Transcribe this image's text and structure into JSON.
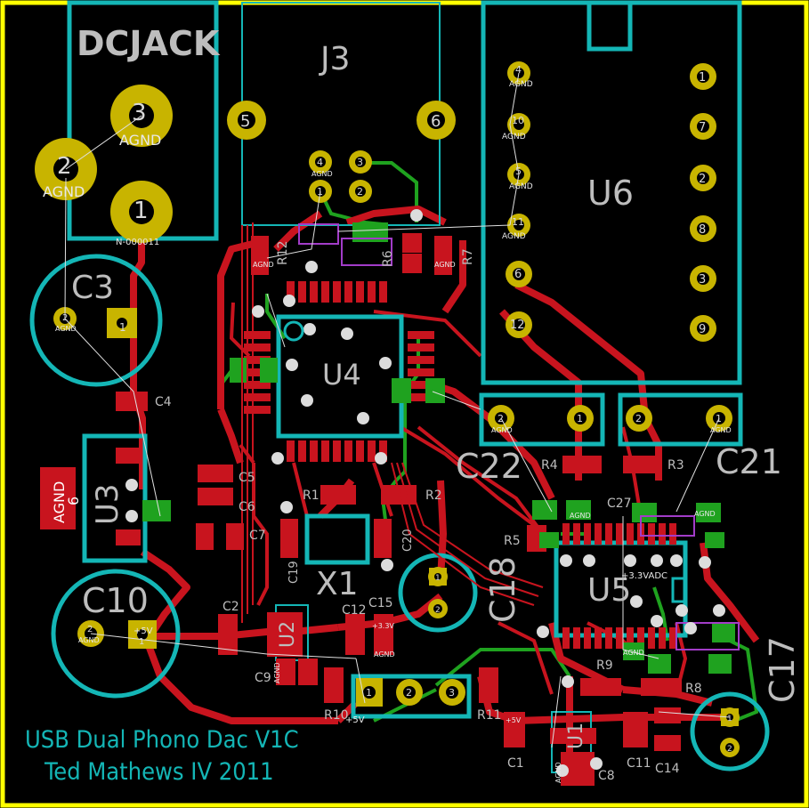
{
  "colors": {
    "background": "#000000",
    "board_edge": "#ffff00",
    "front_copper": "#c8141e",
    "back_copper": "#1fa21f",
    "courtyard": "#14b6b6",
    "pad": "#c8b400",
    "silkscreen": "#bdbdbd",
    "via": "#dcdcdc"
  },
  "title_lines": [
    "USB Dual Phono Dac V1C",
    "Ted Mathews IV 2011"
  ],
  "refs": {
    "dcjack": "DCJACK",
    "j3": "J3",
    "u6": "U6",
    "c3": "C3",
    "u4": "U4",
    "u3": "U3",
    "c10": "C10",
    "u2": "U2",
    "x1": "X1",
    "c18": "C18",
    "c22": "C22",
    "c21": "C21",
    "u5": "U5",
    "c17": "C17",
    "u1": "U1",
    "r12": "R12",
    "r6": "R6",
    "r7": "R7",
    "c4": "C4",
    "c5": "C5",
    "c6": "C6",
    "c7": "C7",
    "r1": "R1",
    "r2": "R2",
    "c19": "C19",
    "c20": "C20",
    "c2": "C2",
    "c12": "C12",
    "c15": "C15",
    "c9": "C9",
    "r10": "R10",
    "r11": "R11",
    "r4": "R4",
    "r3": "R3",
    "r5": "R5",
    "c27": "C27",
    "r9": "R9",
    "r8": "R8",
    "c1": "C1",
    "c8": "C8",
    "c11": "C11",
    "c14": "C14"
  },
  "labels": {
    "agnd": "AGND",
    "net_dc": "N-000011",
    "plus5v": "+5V",
    "plus33v": "+3.3V",
    "u3_pin": "6",
    "u5_net": "+3.3VADC"
  },
  "pin_numbers": {
    "dcjack": [
      "3",
      "2",
      "1"
    ],
    "j3": [
      "5",
      "6"
    ],
    "u6_left": [
      "4",
      "10",
      "5",
      "11",
      "6",
      "12"
    ],
    "u6_right": [
      "1",
      "7",
      "2",
      "8",
      "3",
      "9"
    ],
    "header": [
      "4",
      "3",
      "1",
      "2"
    ],
    "c3": [
      "2",
      "1"
    ],
    "c22": [
      "2",
      "1"
    ],
    "c21": [
      "2",
      "1"
    ],
    "c10": [
      "2",
      "1"
    ],
    "c18": [
      "1",
      "2"
    ],
    "c17": [
      "1",
      "2"
    ],
    "jumper": [
      "1",
      "2",
      "3"
    ]
  }
}
